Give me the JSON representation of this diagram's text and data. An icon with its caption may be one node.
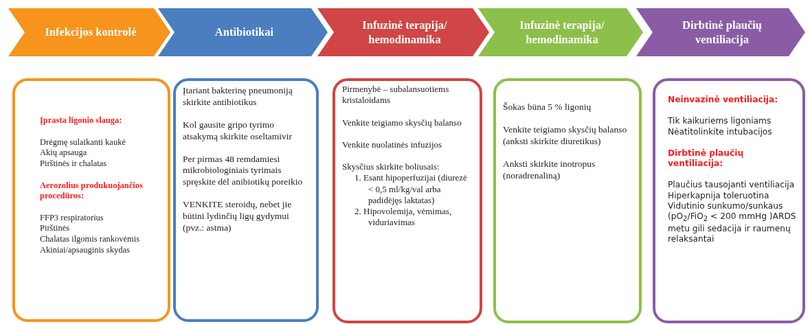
{
  "diagram": {
    "nodes": [
      {
        "text": [
          "Infekcijos kontrolė"
        ]
      },
      {
        "text": [
          "Antibiotikai"
        ]
      },
      {
        "text": [
          "Infuzinė terapija/ hemodinamika"
        ]
      },
      {
        "text": [
          "Infuzinė terapija/ hemodinamika"
        ]
      },
      {
        "text": [
          "Dirbtinė plaučių ventiliacija"
        ]
      },
      {
        "text": [
          "Įprasta ligonio slauga:",
          "Drėgmę sulaikanti kaukė",
          "Akių apsauga",
          "Pirštinės ir chalatas",
          "Aerozolius produkuojančios procedūros:",
          "FFP3 respiratorius",
          "Pirštinės",
          "Chalatas ilgomis rankovėmis",
          "Akiniai/apsauginis skydas"
        ]
      },
      {
        "text": [
          "Įtariant bakterinę pneumoniją skirkite antibiotikus",
          "Kol gausite gripo tyrimo atsakymą skirkite oseltamivir",
          "Per pirmas  48 remdamiesi mikrobiologiniais tyrimais spręskite dėl anibiotikų poreikio",
          "VENKITE steroidų, nebet jie būtini lydinčių ligų gydymui (pvz.: astma)"
        ]
      },
      {
        "text": [
          "Pirmenybė – subalansuotiems kristaloidams",
          "Venkite teigiamo skysčių balanso",
          "Venkite nuolatinės infuzijos",
          "Skysčius skirkite boliusais:",
          "1. Esant hipoperfuzijai (diurezė < 0,5 ml/kg/val arba padidėjęs laktatas)",
          "2. Hipovolemija, vėmimas, viduriavimas"
        ]
      },
      {
        "text": [
          "Šokas būna 5 % ligonių",
          "Venkite teigiamo skysčių balanso (anksti skirkite diuretikus)",
          "Anksti skirkite inotropus (noradrenaliną)"
        ]
      },
      {
        "text": [
          "Neinvazinė ventiliacija:",
          "Tik kaikuriems ligoniams",
          "Nėatitolinkite intubacijos",
          "Dirbtinė plaučių ventiliacija:",
          "Plaučius tausojanti ventiliacija",
          "Hiperkapnija toleruotina",
          "Vidutinio sunkumo/sunkaus (pO$_{2}$/FiO$_{2}$ < 200 mmHg )ARDS metu gili sedacija ir raumenų relaksantai"
        ]
      }
    ]
  }
}
